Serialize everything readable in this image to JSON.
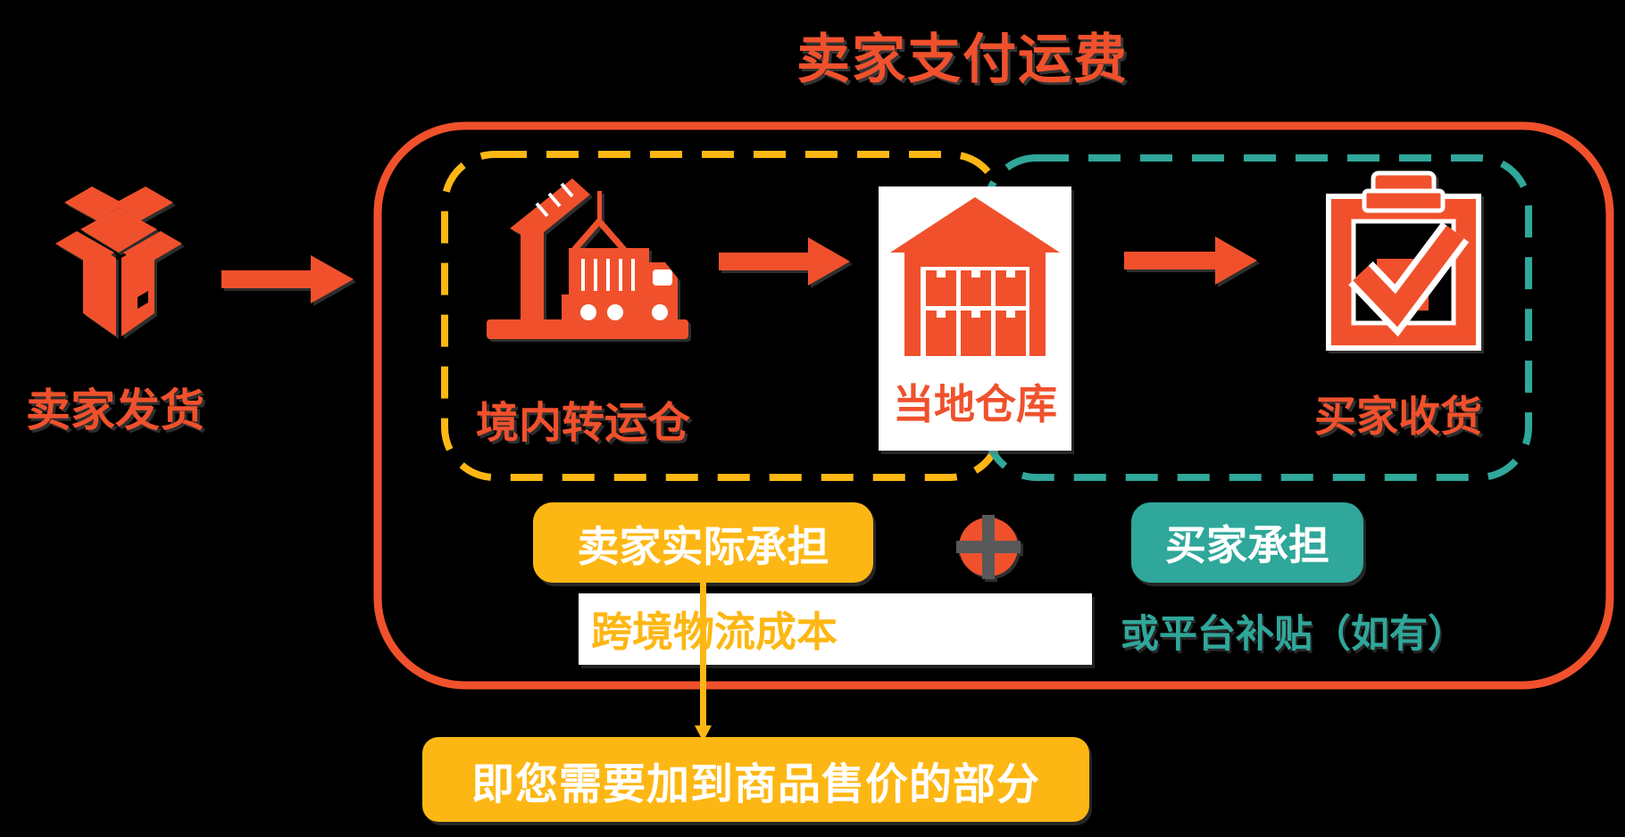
{
  "title": "卖家支付运费",
  "colors": {
    "orange_red": "#F0512C",
    "yellow": "#FDB714",
    "teal": "#2FA79A",
    "white": "#FFFFFF",
    "background": "#000000",
    "plus_cross_gray": "#595959"
  },
  "source": {
    "icon": "open-box-icon",
    "label": "卖家发货"
  },
  "steps": [
    {
      "icon": "crane-truck-icon",
      "label": "境内转运仓",
      "zone": "seller-yellow-dashed"
    },
    {
      "icon": "warehouse-icon",
      "label": "当地仓库",
      "zone": "boundary-white-card"
    },
    {
      "icon": "clipboard-check-icon",
      "label": "买家收货",
      "zone": "buyer-teal-dashed"
    }
  ],
  "costs": {
    "seller_badge": "卖家实际承担",
    "plus_icon": "plus-icon",
    "buyer_badge": "买家承担",
    "seller_cost_note": "跨境物流成本",
    "buyer_cost_note": "或平台补贴（如有）",
    "bottom_note": "即您需要加到商品售价的部分"
  }
}
